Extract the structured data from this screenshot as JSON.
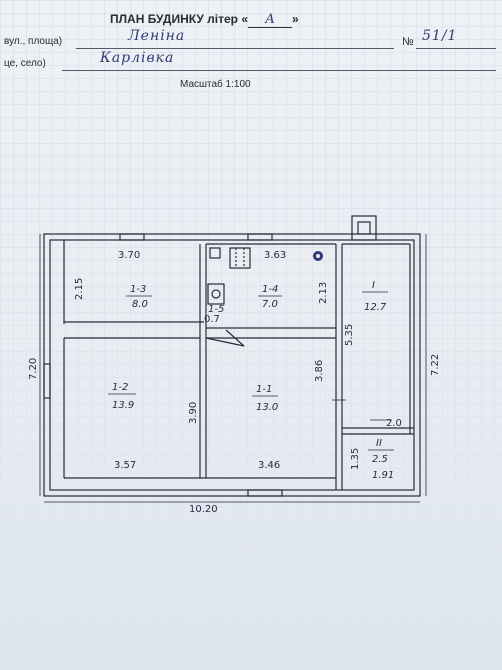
{
  "header": {
    "title_prefix": "ПЛАН БУДИНКУ літер «",
    "litera": "А",
    "title_suffix": "»",
    "street_label": "вул., площа)",
    "street_value": "Леніна",
    "number_label": "№",
    "number_value": "51/1",
    "locality_label": "це, село)",
    "locality_value": "Карлівка",
    "scale": "Масштаб 1:100"
  },
  "plan": {
    "dims": {
      "top_left": "3.70",
      "top_right": "3.63",
      "left_side": "7.20",
      "right_side": "7.22",
      "bottom_total": "10.20",
      "bottom_left": "3.57",
      "bottom_mid": "3.46",
      "room13_h": "2.15",
      "room14_h": "2.13",
      "room12_h": "3.90",
      "room11_h": "3.86",
      "room1_h": "5.35",
      "room2_h": "1.35",
      "room2_w": "2.0",
      "small_mark": "0.7"
    },
    "rooms": [
      {
        "id": "1-3",
        "label": "1-3",
        "area": "8.0"
      },
      {
        "id": "1-4",
        "label": "1-4",
        "area": "7.0"
      },
      {
        "id": "I",
        "label": "I",
        "area": "12.7"
      },
      {
        "id": "1-2",
        "label": "1-2",
        "area": "13.9"
      },
      {
        "id": "1-1",
        "label": "1-1",
        "area": "13.0"
      },
      {
        "id": "II",
        "label": "II",
        "area": "2.5"
      },
      {
        "id": "1-5",
        "label": "1-5",
        "area": ""
      }
    ],
    "extra_note": "1.91"
  }
}
